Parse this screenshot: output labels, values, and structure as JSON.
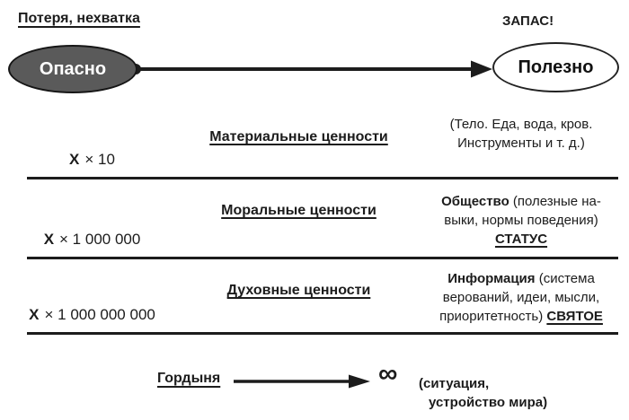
{
  "colors": {
    "ink": "#1c1c1c",
    "danger_fill": "#5a5a5a",
    "danger_border": "#161616",
    "background": "#ffffff"
  },
  "top": {
    "left_label": "Потеря, нехватка",
    "right_label": "ЗАПАС!",
    "danger_label": "Опасно",
    "useful_label": "Полезно"
  },
  "rows": [
    {
      "factor": "X",
      "amount": "× 10",
      "category": "Материальные ценности",
      "desc": {
        "line1": "(Тело. Еда, вода, кров.",
        "line2": "Инструменты и т. д.)"
      }
    },
    {
      "factor": "X",
      "amount": "× 1 000 000",
      "category": "Моральные ценности",
      "desc": {
        "lead": "Общество",
        "line1_rest": " (полезные на-",
        "line2": "выки, нормы поведения)",
        "tag": "СТАТУС"
      }
    },
    {
      "factor": "X",
      "amount": "× 1 000 000 000",
      "category": "Духовные ценности",
      "desc": {
        "lead": "Информация",
        "line1_rest": " (система",
        "line2": "верований, идеи, мысли,",
        "line3_rest": "приоритетность) ",
        "tag": "СВЯТОЕ"
      }
    }
  ],
  "footer": {
    "label": "Гордыня",
    "infinity": "∞",
    "desc_line1": "(ситуация,",
    "desc_line2": "устройство мира)"
  }
}
